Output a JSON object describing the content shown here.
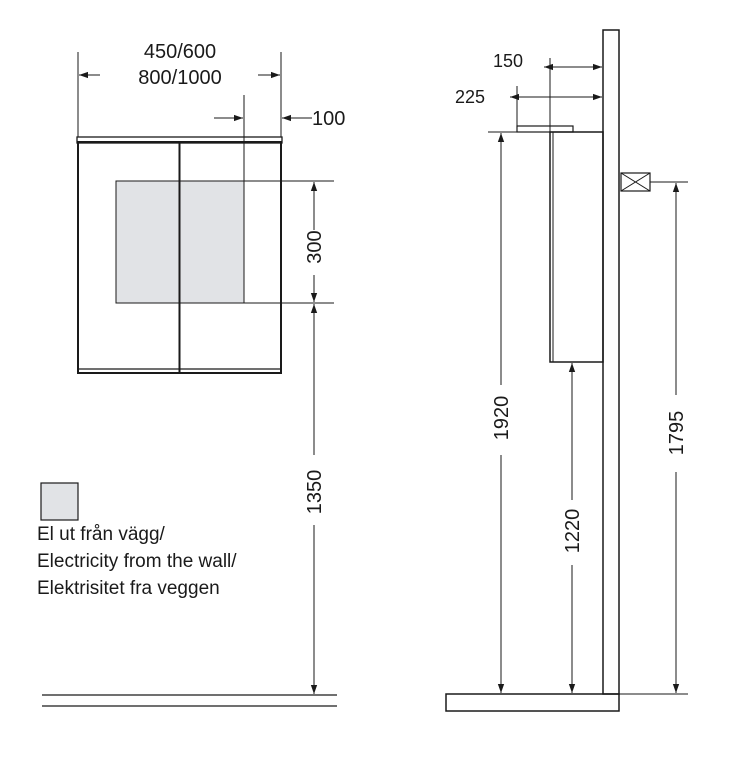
{
  "front_view": {
    "width_label_line1": "450/600",
    "width_label_line2": "800/1000",
    "offset_label": "100",
    "socket_height_label": "300",
    "mount_height_label": "1350"
  },
  "side_view": {
    "depth_label_a": "150",
    "depth_label_b": "225",
    "top_height_label": "1920",
    "bottom_height_label": "1220",
    "junction_height_label": "1795"
  },
  "legend": {
    "line1": "El ut från vägg/",
    "line2": "Electricity from the wall/",
    "line3": "Elektrisitet fra veggen"
  },
  "colors": {
    "stroke": "#1a1a1a",
    "electric_area_fill": "#e1e3e6"
  }
}
